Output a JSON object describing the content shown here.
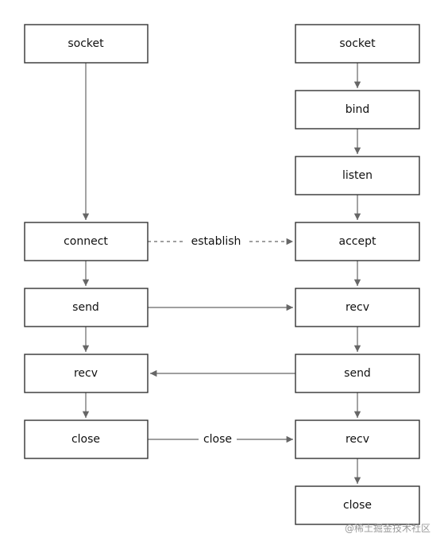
{
  "diagram": {
    "nodes": {
      "client_socket": "socket",
      "client_connect": "connect",
      "client_send": "send",
      "client_recv": "recv",
      "client_close": "close",
      "server_socket": "socket",
      "server_bind": "bind",
      "server_listen": "listen",
      "server_accept": "accept",
      "server_recv": "recv",
      "server_send": "send",
      "server_recv2": "recv",
      "server_close": "close"
    },
    "edge_labels": {
      "establish": "establish",
      "close": "close"
    },
    "colors": {
      "stroke": "#333333",
      "edge": "#666666",
      "watermark": "#9a9a9a"
    }
  },
  "watermark": "@稀土掘金技术社区"
}
